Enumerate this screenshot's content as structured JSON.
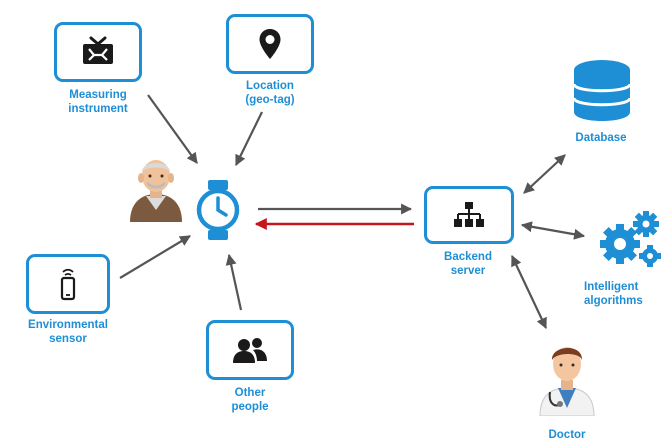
{
  "nodes": {
    "measuring_instrument": "Measuring\ninstrument",
    "location": "Location\n(geo-tag)",
    "environmental_sensor": "Environmental\nsensor",
    "other_people": "Other\npeople",
    "backend_server": "Backend\nserver",
    "database": "Database",
    "intelligent_algorithms": "Intelligent\nalgorithms",
    "doctor": "Doctor"
  },
  "colors": {
    "accent": "#1e8fd5",
    "arrow": "#555555",
    "return_arrow": "#c4161c"
  },
  "icons": {
    "measuring_instrument": "tv-icon",
    "location": "map-pin-icon",
    "wearable": "smartwatch-icon",
    "environmental_sensor": "mobile-device-icon",
    "other_people": "people-icon",
    "backend_server": "sitemap-icon",
    "database": "database-icon",
    "intelligent_algorithms": "gears-icon",
    "patient": "elderly-man-icon",
    "doctor": "doctor-icon"
  }
}
